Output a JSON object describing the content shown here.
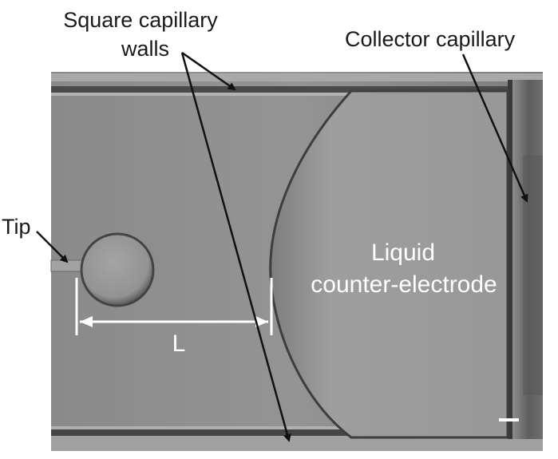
{
  "labels": {
    "square_walls_line1": "Square capillary",
    "square_walls_line2": "walls",
    "collector": "Collector capillary",
    "tip": "Tip",
    "liquid_line1": "Liquid",
    "liquid_line2": "counter-electrode",
    "length": "L"
  },
  "colors": {
    "background": "#ffffff",
    "photo_base": "#8f8f8f",
    "wall_dark": "#3a3a3a",
    "drop_fill": "#9a9a9a",
    "label_text": "#1a1a1a",
    "overlay_text": "#ffffff",
    "arrow": "#111111",
    "dimension_line": "#ffffff"
  },
  "icons": {
    "scale_bar": "scale-bar-icon",
    "arrow": "arrow-icon"
  }
}
